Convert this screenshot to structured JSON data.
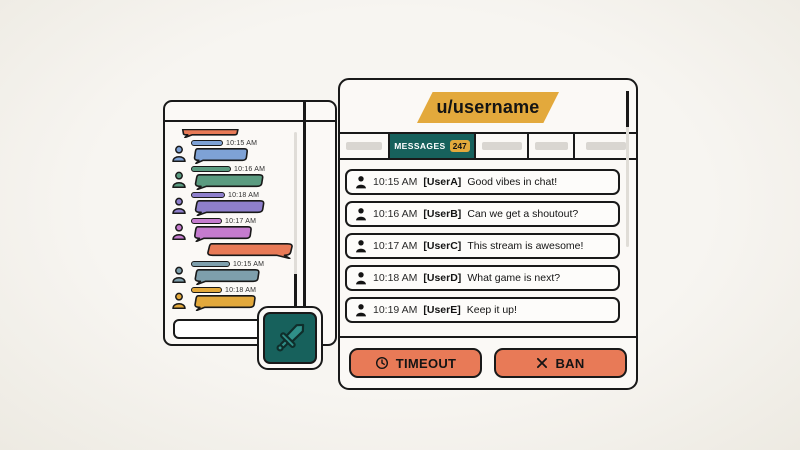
{
  "colors": {
    "ink": "#191919",
    "gold": "#E3A93C",
    "teal": "#17615C",
    "orange": "#E87A57",
    "panel": "#FBF9F6"
  },
  "left_chat": {
    "bubbles": [
      {
        "kind": "partial",
        "color": "#E87A57",
        "bw": 62
      },
      {
        "kind": "left",
        "color": "#7EA2D6",
        "time": "10:15 AM",
        "bw": 58,
        "pw": 32
      },
      {
        "kind": "left",
        "color": "#5B9B80",
        "time": "10:16 AM",
        "bw": 74,
        "pw": 40
      },
      {
        "kind": "left",
        "color": "#8E7FCC",
        "time": "10:18 AM",
        "bw": 75,
        "pw": 34
      },
      {
        "kind": "left",
        "color": "#C57BCE",
        "time": "10:17 AM",
        "bw": 62,
        "pw": 31
      },
      {
        "kind": "right",
        "color": "#E87A57",
        "bw": 97
      },
      {
        "kind": "left",
        "color": "#7E9FAC",
        "time": "10:15 AM",
        "bw": 70,
        "pw": 39
      },
      {
        "kind": "left",
        "color": "#E3A93C",
        "time": "10:18 AM",
        "bw": 66,
        "pw": 31
      }
    ],
    "input_value": ""
  },
  "badge": {
    "icon": "sword-icon"
  },
  "moderation_panel": {
    "title": "u/username",
    "tabs": [
      {
        "kind": "placeholder"
      },
      {
        "kind": "active",
        "label": "MESSAGES",
        "count": "247"
      },
      {
        "kind": "placeholder"
      },
      {
        "kind": "placeholder"
      },
      {
        "kind": "placeholder"
      }
    ],
    "messages": [
      {
        "time": "10:15 AM",
        "user": "[UserA]",
        "text": "Good vibes in chat!"
      },
      {
        "time": "10:16 AM",
        "user": "[UserB]",
        "text": "Can we get a shoutout?"
      },
      {
        "time": "10:17 AM",
        "user": "[UserC]",
        "text": "This stream is awesome!"
      },
      {
        "time": "10:18 AM",
        "user": "[UserD]",
        "text": "What game is next?"
      },
      {
        "time": "10:19 AM",
        "user": "[UserE]",
        "text": "Keep it up!"
      }
    ],
    "actions": {
      "timeout": {
        "label": "TIMEOUT",
        "icon": "clock-icon"
      },
      "ban": {
        "label": "BAN",
        "icon": "x-icon"
      }
    }
  }
}
